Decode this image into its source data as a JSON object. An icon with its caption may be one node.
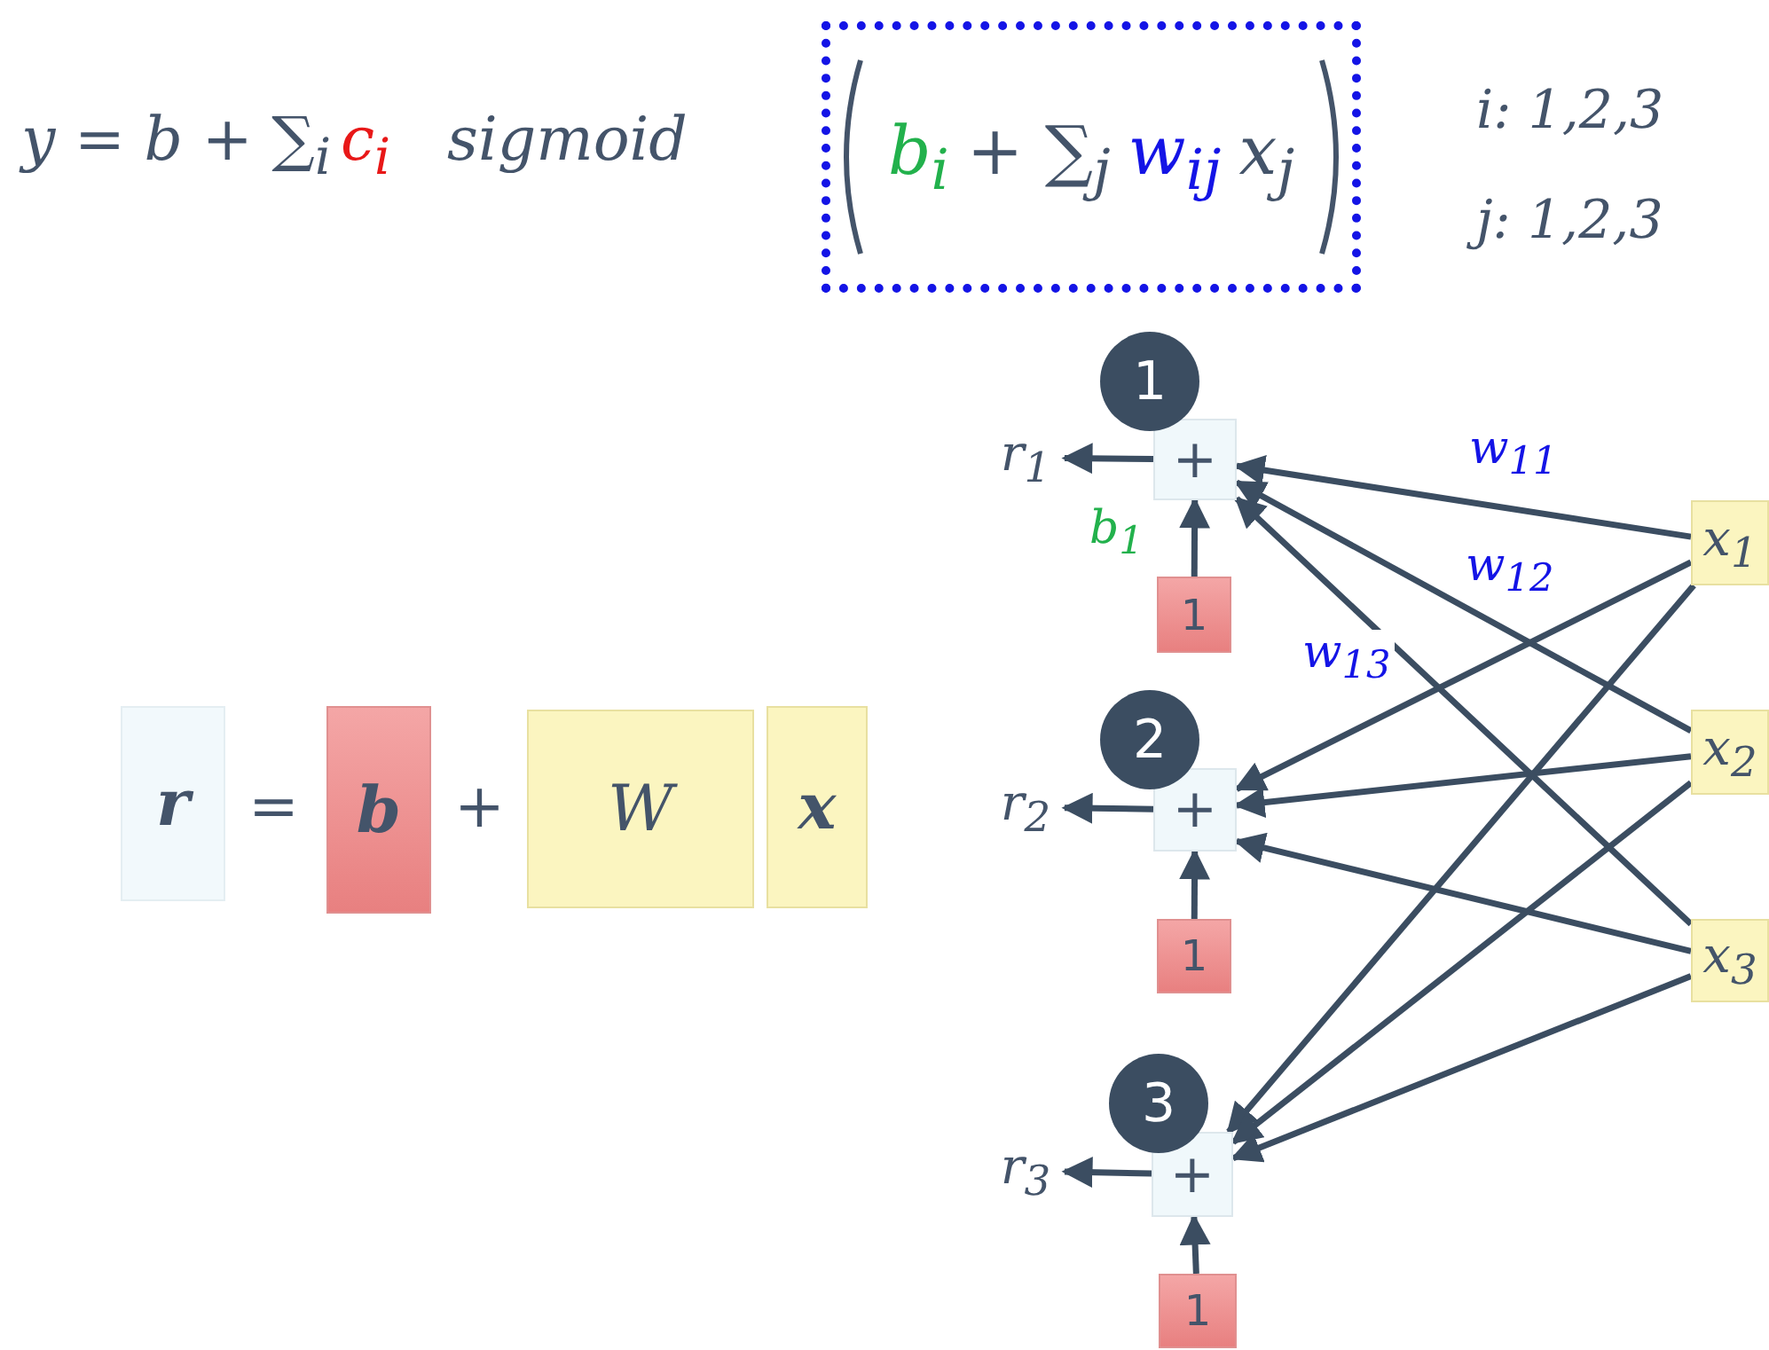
{
  "diagram": {
    "nodes": [
      {
        "text": [
          "r$_{1}$"
        ]
      },
      {
        "text": [
          "1"
        ]
      },
      {
        "text": [
          "+"
        ]
      },
      {
        "text": [
          "1"
        ]
      },
      {
        "text": [
          "r$_{2}$"
        ]
      },
      {
        "text": [
          "2"
        ]
      },
      {
        "text": [
          "+"
        ]
      },
      {
        "text": [
          "1"
        ]
      },
      {
        "text": [
          "r$_{3}$"
        ]
      },
      {
        "text": [
          "3"
        ]
      },
      {
        "text": [
          "+"
        ]
      },
      {
        "text": [
          "1"
        ]
      },
      {
        "text": [
          "x$_{1}$"
        ]
      },
      {
        "text": [
          "x$_{2}$"
        ]
      },
      {
        "text": [
          "x$_{3}$"
        ]
      },
      {
        "text": [
          "b$_{i}$",
          "+ ∑$_{j}$",
          "w$_{ij}$",
          "x$_{j}$"
        ]
      },
      {
        "text": [
          "**r**"
        ]
      },
      {
        "text": [
          "**b**"
        ]
      },
      {
        "text": [
          "W"
        ]
      },
      {
        "text": [
          "**x**"
        ]
      }
    ],
    "edges": [
      {
        "from": 2,
        "to": 0,
        "arrow": "to"
      },
      {
        "from": 3,
        "to": 2,
        "arrow": "to",
        "label": "b$_{1}$"
      },
      {
        "from": 12,
        "to": 2,
        "arrow": "to",
        "label": "w$_{11}$"
      },
      {
        "from": 13,
        "to": 2,
        "arrow": "to",
        "label": "w$_{12}$"
      },
      {
        "from": 14,
        "to": 2,
        "arrow": "to",
        "label": "w$_{13}$"
      },
      {
        "from": 6,
        "to": 4,
        "arrow": "to"
      },
      {
        "from": 7,
        "to": 6,
        "arrow": "to"
      },
      {
        "from": 12,
        "to": 6,
        "arrow": "to"
      },
      {
        "from": 13,
        "to": 6,
        "arrow": "to"
      },
      {
        "from": 14,
        "to": 6,
        "arrow": "to"
      },
      {
        "from": 10,
        "to": 8,
        "arrow": "to"
      },
      {
        "from": 11,
        "to": 10,
        "arrow": "to"
      },
      {
        "from": 12,
        "to": 10,
        "arrow": "to"
      },
      {
        "from": 13,
        "to": 10,
        "arrow": "to"
      },
      {
        "from": 14,
        "to": 10,
        "arrow": "to"
      }
    ],
    "labels": [
      "y = b + ∑$_{i}$",
      "c$_{i}$",
      "sigmoid",
      "i: 1,2,3",
      "j: 1,2,3",
      "=",
      "+"
    ]
  }
}
